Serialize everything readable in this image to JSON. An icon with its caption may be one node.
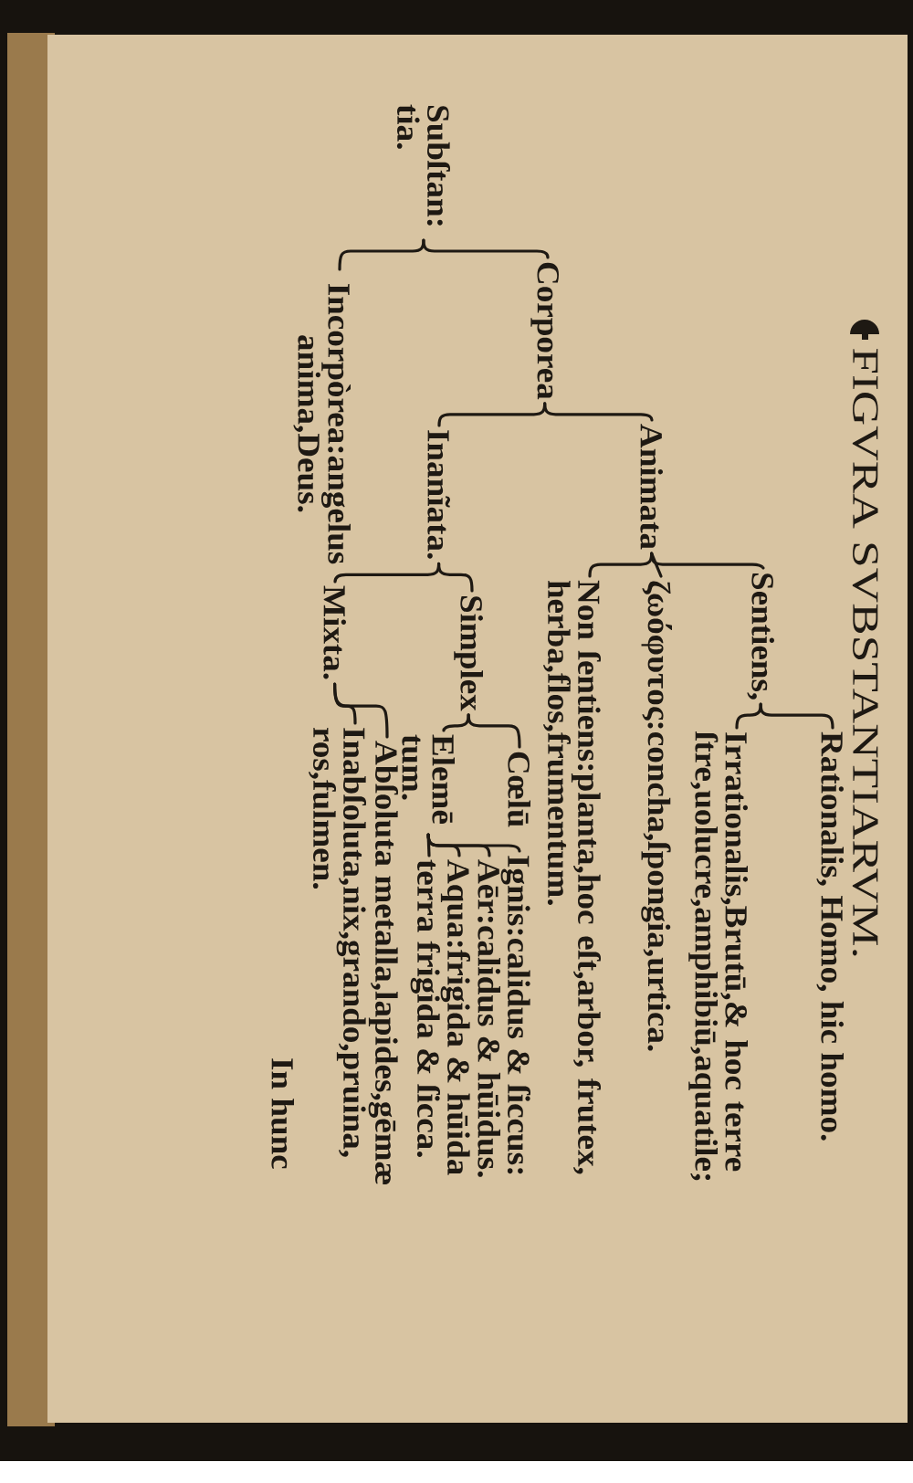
{
  "diagram": {
    "title": "FIGVRA SVBSTANTIARVM.",
    "nodes": [
      {
        "text": [
          "Subſtan: tia."
        ]
      },
      {
        "text": [
          "Corporea"
        ]
      },
      {
        "text": [
          "Animata"
        ]
      },
      {
        "text": [
          "Sentiens,"
        ]
      },
      {
        "text": [
          "Rationalis, Homo, hic homo."
        ]
      },
      {
        "text": [
          "Irrationalis,Brutū,& hoc terre ſtre,uolucre,amphibiū,aquatile;"
        ]
      },
      {
        "text": [
          "ζωόφυτος:concha,ſpongia,urtica."
        ]
      },
      {
        "text": [
          "Non ſentiens:planta,hoc eſt,arbor, frutex, herba,flos,frumentum."
        ]
      },
      {
        "text": [
          "Inanĩata."
        ]
      },
      {
        "text": [
          "Simplex"
        ]
      },
      {
        "text": [
          "Cœlū"
        ]
      },
      {
        "text": [
          "Ignis:calidus & ſiccus:"
        ]
      },
      {
        "text": [
          "Elemē tum."
        ]
      },
      {
        "text": [
          "Aēr:calidus & hūidus."
        ]
      },
      {
        "text": [
          "Aqua:frigida & hūida"
        ]
      },
      {
        "text": [
          "terra frigida & ſicca."
        ]
      },
      {
        "text": [
          "Mixta."
        ]
      },
      {
        "text": [
          "Abſoluta metalla,lapides,gēmæ"
        ]
      },
      {
        "text": [
          "Inabſoluta,nix,grando,pruina, ros,fulmen."
        ]
      },
      {
        "text": [
          "Incorpòrea:angelus anima,Deus."
        ]
      }
    ],
    "edges": [
      {
        "from": 0,
        "to": 1,
        "arrow": "none"
      },
      {
        "from": 0,
        "to": 19,
        "arrow": "none"
      },
      {
        "from": 1,
        "to": 2,
        "arrow": "none"
      },
      {
        "from": 1,
        "to": 8,
        "arrow": "none"
      },
      {
        "from": 2,
        "to": 3,
        "arrow": "none"
      },
      {
        "from": 2,
        "to": 6,
        "arrow": "none"
      },
      {
        "from": 2,
        "to": 7,
        "arrow": "none"
      },
      {
        "from": 3,
        "to": 4,
        "arrow": "none"
      },
      {
        "from": 3,
        "to": 5,
        "arrow": "none"
      },
      {
        "from": 8,
        "to": 9,
        "arrow": "none"
      },
      {
        "from": 8,
        "to": 16,
        "arrow": "none"
      },
      {
        "from": 9,
        "to": 10,
        "arrow": "none"
      },
      {
        "from": 9,
        "to": 12,
        "arrow": "none"
      },
      {
        "from": 12,
        "to": 11,
        "arrow": "none"
      },
      {
        "from": 12,
        "to": 13,
        "arrow": "none"
      },
      {
        "from": 12,
        "to": 14,
        "arrow": "none"
      },
      {
        "from": 12,
        "to": 15,
        "arrow": "none"
      },
      {
        "from": 16,
        "to": 17,
        "arrow": "none"
      },
      {
        "from": 16,
        "to": 18,
        "arrow": "none"
      }
    ],
    "labels": [
      "In hunc"
    ]
  }
}
